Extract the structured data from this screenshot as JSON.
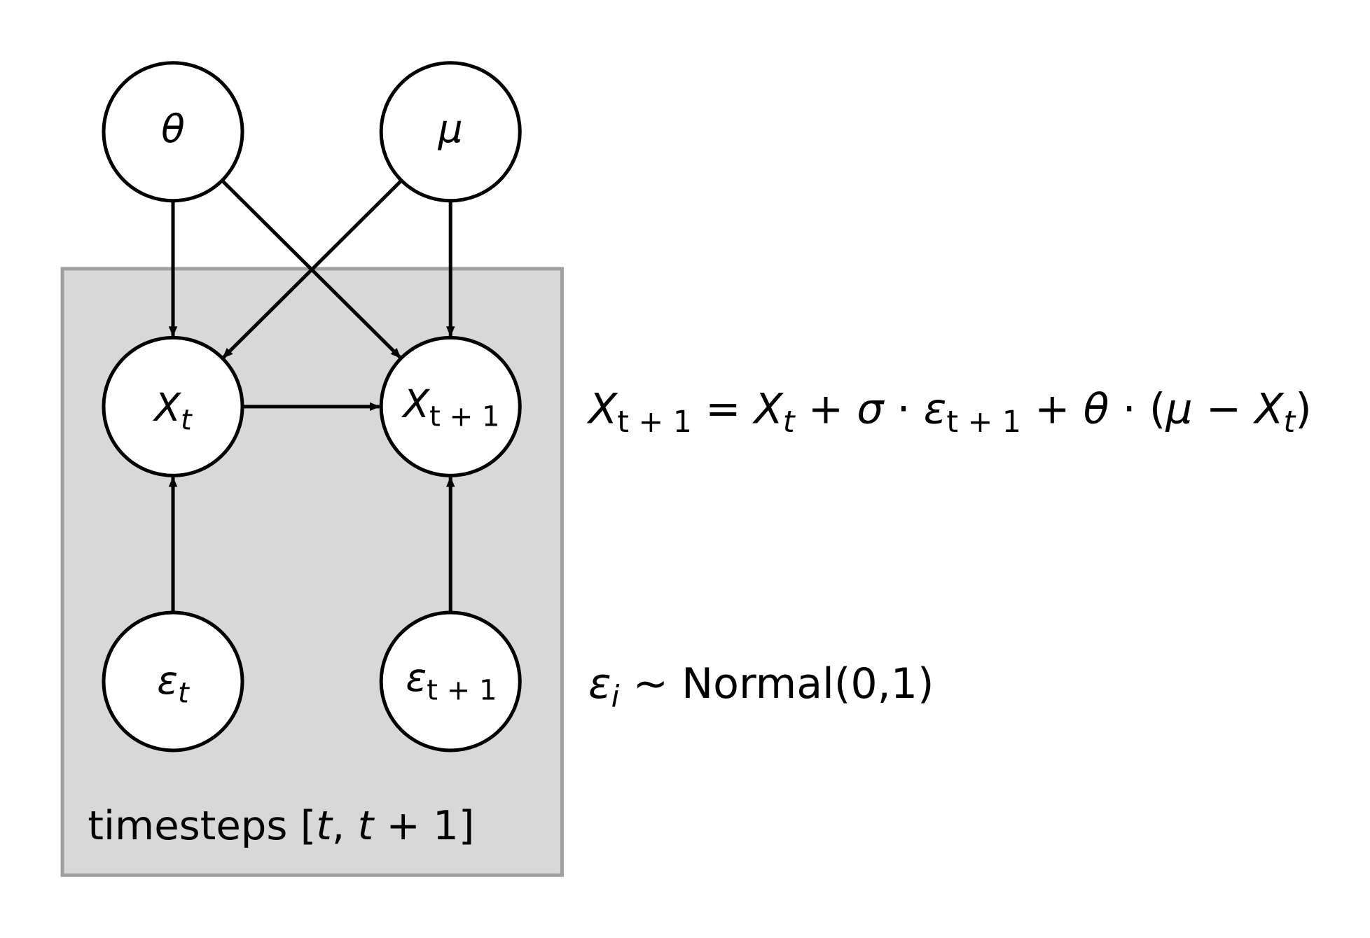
{
  "colors": {
    "plate_fill": "#d8d8d8",
    "plate_border": "#a0a0a0",
    "node_fill": "#ffffff",
    "stroke": "#000000"
  },
  "nodes": {
    "theta": {
      "main": "θ",
      "sub": ""
    },
    "mu": {
      "main": "μ",
      "sub": ""
    },
    "x_t": {
      "main": "X",
      "sub": "t"
    },
    "x_t1": {
      "main": "X",
      "sub": "t + 1"
    },
    "eps_t": {
      "main": "ε",
      "sub": "t"
    },
    "eps_t1": {
      "main": "ε",
      "sub": "t + 1"
    }
  },
  "plate": {
    "label_text": "timesteps [",
    "label_t": "t",
    "label_comma": ", ",
    "label_t1": "t",
    "label_plus": " + 1]"
  },
  "equations": {
    "transition": {
      "lhs": "X",
      "lhs_sub": "t + 1",
      "eq": " = ",
      "x": "X",
      "x_sub": "t",
      "plus1": " + ",
      "sigma": "σ",
      "dot1": " · ",
      "eps": "ε",
      "eps_sub": "t + 1",
      "plus2": " + ",
      "theta": "θ",
      "dot2": " · (",
      "mu": "μ",
      "minus": " − ",
      "x2": "X",
      "x2_sub": "t",
      "close": ")"
    },
    "noise": {
      "eps": "ε",
      "eps_sub": "i",
      "rest": " ~ Normal(0,1)"
    }
  }
}
